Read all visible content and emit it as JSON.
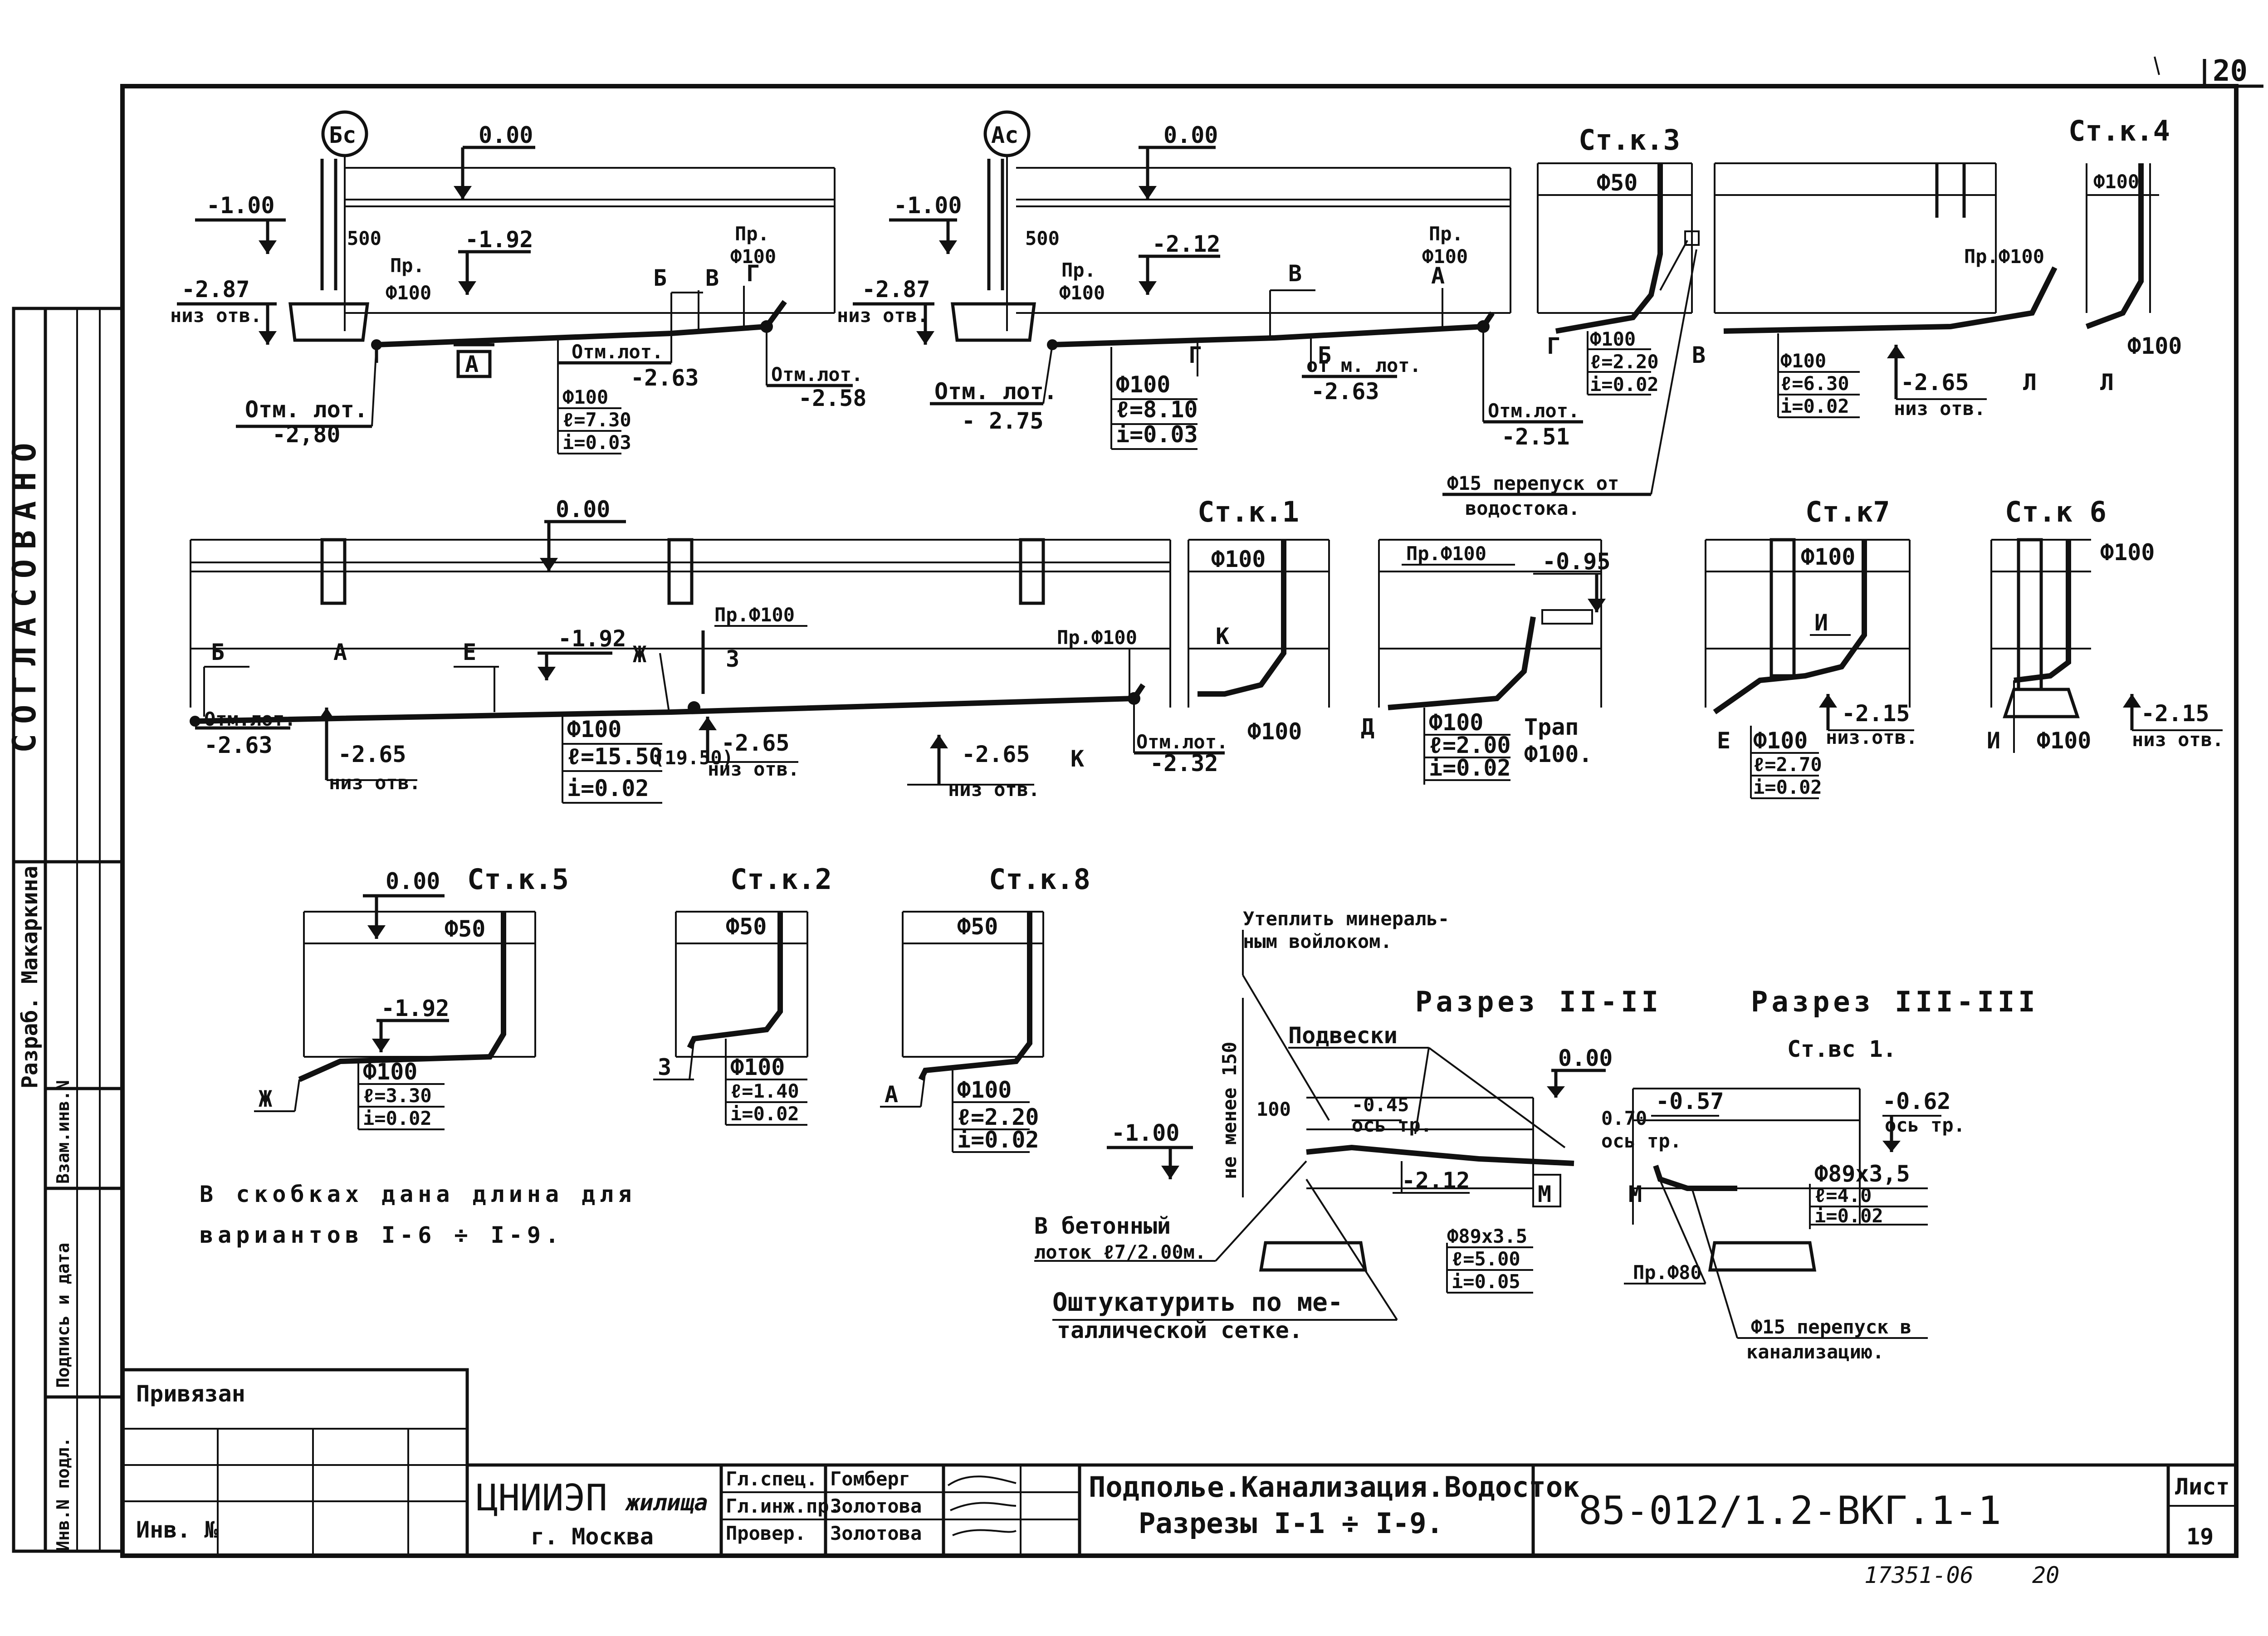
{
  "sheet": {
    "page_no_top": "20",
    "archive_no": "17351-06",
    "archive_page": "20"
  },
  "side_stamp": {
    "agreed": "СОГЛАСОВАНО",
    "developer": "Разраб. Макаркина",
    "inv_orig": "Инв.N подл.",
    "sign_date": "Подпись и дата",
    "replace_inv": "Взам.инв.N"
  },
  "sections": {
    "bs": {
      "axis": "Бс",
      "zero": "0.00",
      "lvl_left": "-1.00",
      "lvl_mid": "-1.92",
      "hole": "-2.87",
      "hole_note": "низ отв.",
      "dim500": "500",
      "pr_left": "Пр.",
      "pr_left_d": "Ф100",
      "pr_right": "Пр.",
      "pr_right_d": "Ф100",
      "letter_a": "А",
      "letter_b": "Б",
      "letter_v": "В",
      "letter_g": "Г",
      "tray_left_t": "Отм. лот.",
      "tray_left_v": "-2,80",
      "tray_mid_t": "Отм.лот.",
      "tray_mid_v": "-2.63",
      "tray_right_t": "Отм.лот.",
      "tray_right_v": "-2.58",
      "pipe_d": "Ф100",
      "pipe_l": "ℓ=7.30",
      "pipe_i": "i=0.03"
    },
    "as": {
      "axis": "Ас",
      "zero": "0.00",
      "lvl_left": "-1.00",
      "lvl_mid": "-2.12",
      "hole": "-2.87",
      "hole_note": "низ отв.",
      "dim500": "500",
      "pr_left": "Пр.",
      "pr_left_d": "Ф100",
      "pr_right": "Пр.",
      "pr_right_d": "Ф100",
      "letter_a": "А",
      "letter_b": "Б",
      "letter_v": "В",
      "letter_g": "Г",
      "tray_left_t": "Отм. лот.",
      "tray_left_v": "- 2.75",
      "tray_mid_t": "от м. лот.",
      "tray_mid_v": "-2.63",
      "tray_right_t": "Отм.лот.",
      "tray_right_v": "-2.51",
      "pipe_d": "Ф100",
      "pipe_l": "ℓ=8.10",
      "pipe_i": "i=0.03"
    },
    "stk3": {
      "title": "Ст.к.3",
      "d_top": "Ф50",
      "d": "Ф100",
      "l": "ℓ=2.20",
      "i": "i=0.02",
      "letter_g": "Г",
      "letter_v": "В",
      "note": "Ф15 перепуск от",
      "note2": "водостока."
    },
    "stk4": {
      "title": "Ст.к.4",
      "d_top": "Ф100",
      "pr": "Пр.Ф100",
      "d": "Ф100",
      "l": "ℓ=6.30",
      "i": "i=0.02",
      "lvl": "-2.65",
      "lvl_note": "низ отв.",
      "letter_l": "Л",
      "letter_l2": "Л",
      "d_right": "Ф100"
    },
    "long": {
      "zero": "0.00",
      "lvl": "-1.92",
      "letter_b": "Б",
      "letter_a": "А",
      "letter_e": "Е",
      "letter_zh": "Ж",
      "letter_z": "З",
      "letter_k": "К",
      "tray_l_t": "Отм.лот.",
      "tray_l_v": "-2.63",
      "tray_r_t": "Отм.лот.",
      "tray_r_v": "-2.32",
      "hole1": "-2.65",
      "hole1_note": "низ отв.",
      "hole2": "-2.65",
      "hole2_note": "низ отв.",
      "hole3": "-2.65",
      "hole3_note": "низ отв.",
      "pr1": "Пр.Ф100",
      "pr2": "Пр.Ф100",
      "d": "Ф100",
      "l": "ℓ=15.50",
      "l_alt": "(19.50)",
      "i": "i=0.02"
    },
    "stk1": {
      "title": "Ст.к.1",
      "d_top": "Ф100",
      "letter": "К",
      "d": "Ф100"
    },
    "trap": {
      "pr": "Пр.Ф100",
      "lvl": "-0.95",
      "letter": "Д",
      "d": "Ф100",
      "l": "ℓ=2.00",
      "i": "i=0.02",
      "trap": "Трап",
      "trap_d": "Ф100."
    },
    "stk7": {
      "title": "Ст.к7",
      "d_top": "Ф100",
      "letter_i": "И",
      "letter_e": "Е",
      "lvl": "-2.15",
      "lvl_note": "низ.отв.",
      "d": "Ф100",
      "l": "ℓ=2.70",
      "i": "i=0.02"
    },
    "stk6": {
      "title": "Ст.к 6",
      "d_top": "Ф100",
      "letter": "И",
      "d": "Ф100",
      "lvl": "-2.15",
      "lvl_note": "низ отв."
    },
    "stk5": {
      "title": "Ст.к.5",
      "zero": "0.00",
      "d_top": "Ф50",
      "lvl": "-1.92",
      "letter": "Ж",
      "d": "Ф100",
      "l": "ℓ=3.30",
      "i": "i=0.02"
    },
    "stk2": {
      "title": "Ст.к.2",
      "d_top": "Ф50",
      "letter": "З",
      "d": "Ф100",
      "l": "ℓ=1.40",
      "i": "i=0.02"
    },
    "stk8": {
      "title": "Ст.к.8",
      "d_top": "Ф50",
      "letter": "А",
      "d": "Ф100",
      "l": "ℓ=2.20",
      "i": "i=0.02"
    },
    "r2": {
      "title": "Разрез II-II",
      "insulate": "Утеплить минераль-",
      "insulate2": "ным войлоком.",
      "hangers": "Подвески",
      "zero": "0.00",
      "dim100": "100",
      "not_less": "не менее 150",
      "lvl_left": "-1.00",
      "axis_lvl": "-0.45",
      "axis_note": "ось тр.",
      "lvl2": "-2.12",
      "letter_m": "М",
      "d": "Ф89х3.5",
      "l": "ℓ=5.00",
      "i": "i=0.05",
      "tray": "В бетонный",
      "tray2": "лоток ℓ7/2.00м.",
      "plaster": "Оштукатурить по ме-",
      "plaster2": "таллической сетке."
    },
    "r3": {
      "title": "Разрез III-III",
      "sub": "Ст.вс 1.",
      "lvl_a": "-0.57",
      "lvl_a_note": "0.70",
      "axis_note": "ось тр.",
      "lvl_b": "-0.62",
      "lvl_b_note": "ось тр.",
      "letter_m": "М",
      "d": "Ф89х3,5",
      "l": "ℓ=4.0",
      "i": "i=0.02",
      "pr": "Пр.Ф80",
      "note": "Ф15 перепуск в",
      "note2": "канализацию."
    }
  },
  "notes": {
    "brackets_1": "В скобках дана длина для",
    "brackets_2": "вариантов I-6 ÷ I-9."
  },
  "title_block": {
    "bound": "Привязан",
    "inv": "Инв. №",
    "org": "ЦНИИЭП",
    "org_suffix": "жилища",
    "city": "г. Москва",
    "roles": [
      "Гл.спец.",
      "Гл.инж.пр.",
      "Провер."
    ],
    "names": [
      "Гомберг",
      "Золотова",
      "Золотова"
    ],
    "title_1": "Подполье.Канализация.Водосток",
    "title_2": "Разрезы I-1 ÷ I-9.",
    "code": "85-012/1.2-ВКГ.1-1",
    "sheet_label": "Лист",
    "sheet_no": "19"
  }
}
